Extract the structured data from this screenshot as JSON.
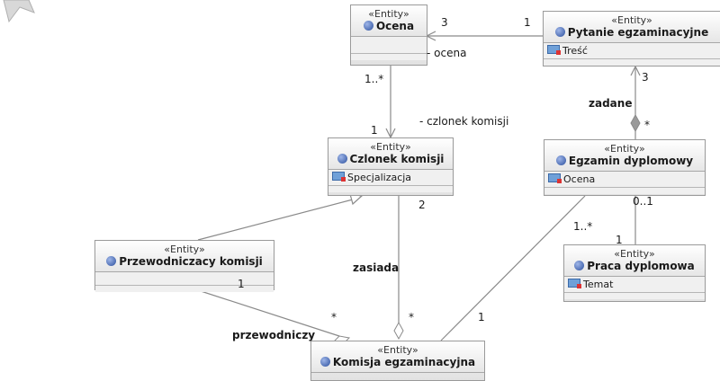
{
  "entities": {
    "ocena": {
      "stereotype": "«Entity»",
      "name": "Ocena",
      "attributes": []
    },
    "pytanie": {
      "stereotype": "«Entity»",
      "name": "Pytanie egzaminacyjne",
      "attributes": [
        "Treść"
      ]
    },
    "czlonek": {
      "stereotype": "«Entity»",
      "name": "Czlonek komisji",
      "attributes": [
        "Specjalizacja"
      ]
    },
    "egzamin": {
      "stereotype": "«Entity»",
      "name": "Egzamin dyplomowy",
      "attributes": [
        "Ocena"
      ]
    },
    "przewodniczacy": {
      "stereotype": "«Entity»",
      "name": "Przewodniczacy komisji",
      "attributes": []
    },
    "praca": {
      "stereotype": "«Entity»",
      "name": "Praca dyplomowa",
      "attributes": [
        "Temat"
      ]
    },
    "komisja": {
      "stereotype": "«Entity»",
      "name": "Komisja egzaminacyjna",
      "attributes": []
    }
  },
  "labels": {
    "ocena_mult_3": "3",
    "pytanie_mult_1": "1",
    "ocena_role": "- ocena",
    "ocena_mult_1n": "1..*",
    "czlonek_mult_1": "1",
    "czlonek_role": "- czlonek komisji",
    "pytanie_mult_3": "3",
    "zadane": "zadane",
    "egzamin_mult_star": "*",
    "czlonek_mult_2": "2",
    "egzamin_mult_01": "0..1",
    "komisja_egz_mult": "1..*",
    "praca_mult_1": "1",
    "przew_mult_1": "1",
    "zasiada": "zasiada",
    "przew_star": "*",
    "zasiada_star": "*",
    "komisja_mult_1": "1",
    "przewodniczy": "przewodniczy"
  }
}
